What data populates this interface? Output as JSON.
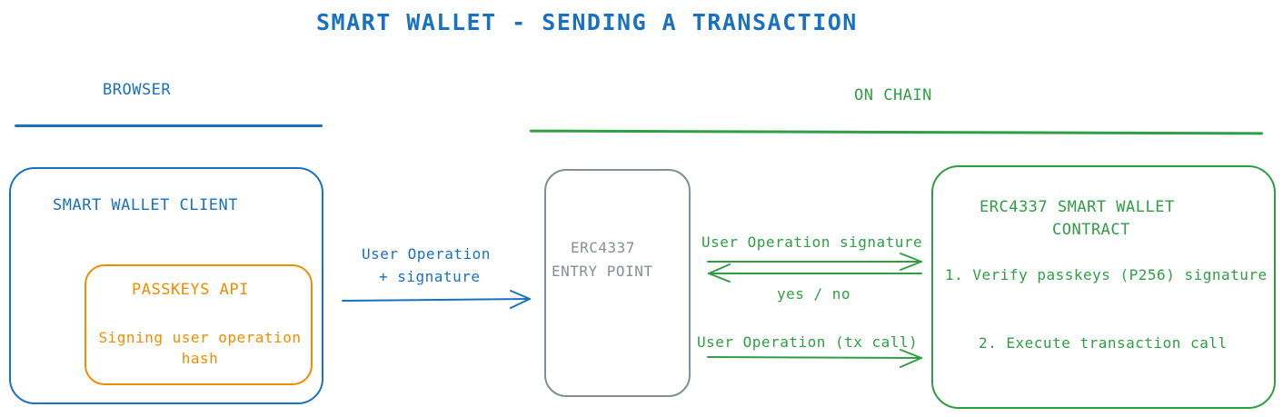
{
  "title": "SMART WALLET - SENDING A TRANSACTION",
  "sections": {
    "browser": "BROWSER",
    "on_chain": "ON CHAIN"
  },
  "client": {
    "title": "SMART WALLET CLIENT",
    "passkeys": {
      "title": "PASSKEYS API",
      "description": "Signing user operation hash"
    }
  },
  "arrow_to_entry": {
    "line1": "User Operation",
    "line2": "+ signature"
  },
  "entry_point": {
    "line1": "ERC4337",
    "line2": "ENTRY POINT"
  },
  "signature_arrow": "User Operation signature",
  "response_arrow": "yes / no",
  "tx_arrow": "User Operation (tx call)",
  "contract": {
    "title_line1": "ERC4337 SMART WALLET",
    "title_line2": "CONTRACT",
    "step1": "1. Verify passkeys (P256) signature",
    "step2": "2. Execute transaction call"
  },
  "colors": {
    "blue": "#1971c2",
    "green": "#2f9e44",
    "orange": "#f08c00",
    "gray": "#868e96"
  }
}
